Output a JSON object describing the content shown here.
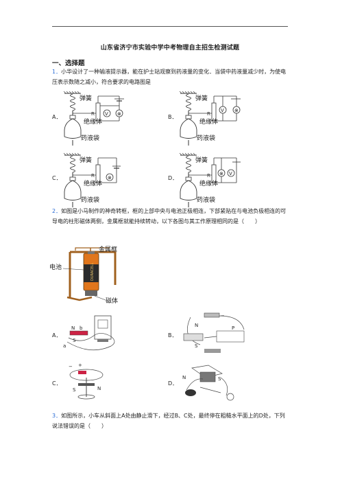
{
  "doc": {
    "title": "山东省济宁市实验中学中考物理自主招生检测试题",
    "section": "一、选择题"
  },
  "q1": {
    "num": "1．",
    "text": "小华设计了一种输液提示器，能在护士站观察到药液量的变化．当袋中药液量减少时，为使电压表示数随之减小，符合要求的电路图是",
    "options": [
      "A．",
      "B．",
      "C．",
      "D．"
    ],
    "fig_labels": {
      "spring": "弹簧",
      "insulator": "绝缘体",
      "bag": "药液袋",
      "resistor": "R",
      "voltmeter": "V",
      "lamp": "⊗"
    }
  },
  "q2": {
    "num": "2．",
    "text": "如图是小马制作的神奇转框，框的上部中央与电池正极相连，下部紧贴在与电池负极相连的可导电的柱形磁体两侧，金属框就能持续转动，以下各图与其工作原理相同的是（　　）",
    "fig_labels": {
      "frame": "金属框",
      "battery": "电池",
      "magnet": "磁体",
      "brand": "DURACELL"
    },
    "options": [
      "A．",
      "B．",
      "C．",
      "D．"
    ],
    "opt_labels": {
      "N": "N",
      "S": "S",
      "b": "b",
      "a": "a",
      "P": "P",
      "minus": "−",
      "plus": "+"
    }
  },
  "q3": {
    "num": "3．",
    "text": "如图所示，小车从斜面上A处由静止滑下，经过B、C处，最终停在粗糙水平面上的D处，下列说法错误的是（　　）"
  },
  "colors": {
    "number_blue": "#2a6cd6",
    "battery_orange": "#e0761c",
    "frame_brown": "#a0601e"
  }
}
